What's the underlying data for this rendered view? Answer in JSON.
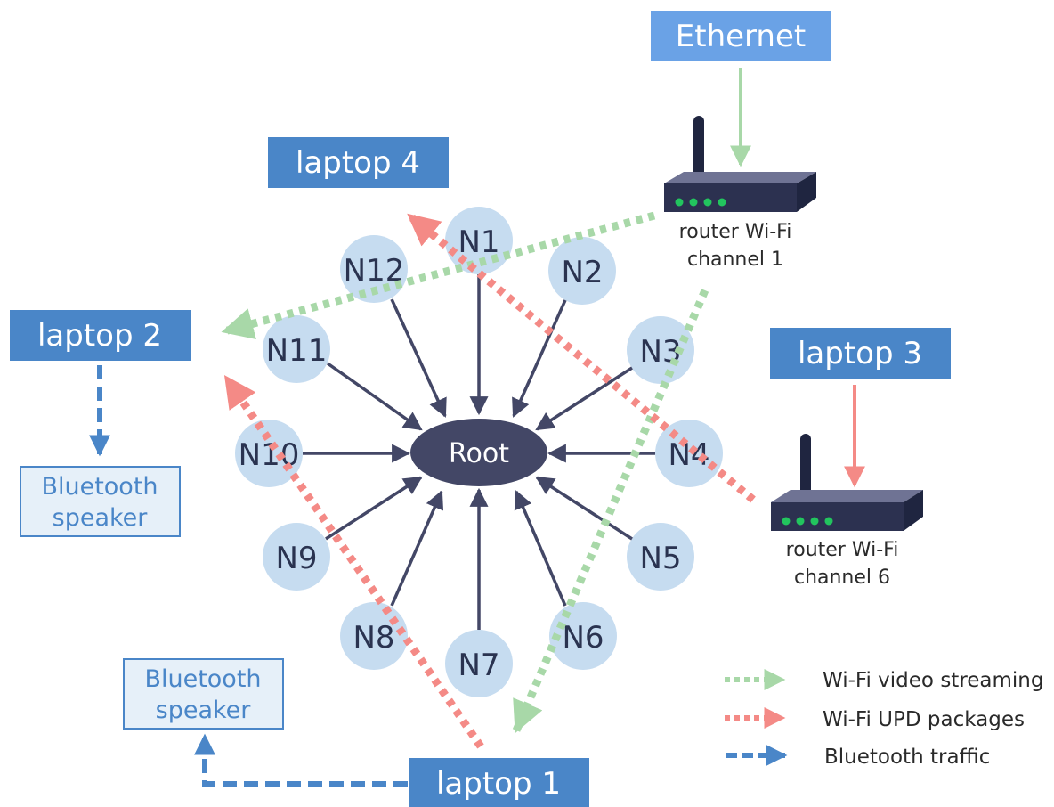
{
  "colors": {
    "box_blue": "#4a86c8",
    "box_light_blue": "#6aa2e6",
    "node_fill": "#c6dcf0",
    "root_fill": "#434766",
    "arrow_dark": "#434766",
    "green": "#a8d8a8",
    "red": "#f48a86",
    "bluetooth": "#4a86c8",
    "bt_box_fill": "#e6f0f9"
  },
  "labels": {
    "ethernet": "Ethernet",
    "laptop1": "laptop 1",
    "laptop2": "laptop 2",
    "laptop3": "laptop 3",
    "laptop4": "laptop 4",
    "root": "Root",
    "router1_line1": "router Wi-Fi",
    "router1_line2": "channel 1",
    "router6_line1": "router Wi-Fi",
    "router6_line2": "channel 6",
    "bt1_line1": "Bluetooth",
    "bt1_line2": "speaker",
    "bt2_line1": "Bluetooth",
    "bt2_line2": "speaker"
  },
  "nodes": [
    "N1",
    "N2",
    "N3",
    "N4",
    "N5",
    "N6",
    "N7",
    "N8",
    "N9",
    "N10",
    "N11",
    "N12"
  ],
  "legend": {
    "video": "Wi-Fi video streaming",
    "udp": "Wi-Fi UPD packages",
    "bluetooth": "Bluetooth traffic"
  }
}
